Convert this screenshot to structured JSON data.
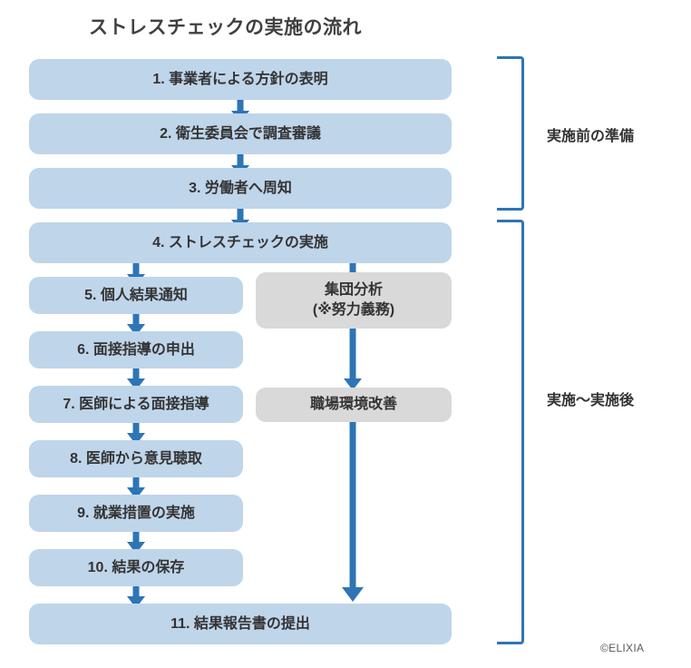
{
  "title": "ストレスチェックの実施の流れ",
  "credit": "©ELIXIA",
  "colors": {
    "box_blue": "#bfd5ea",
    "box_gray": "#d9d9d9",
    "arrow_blue": "#2e75b6",
    "text_dark": "#333333",
    "title_text": "#404040",
    "background": "#ffffff"
  },
  "steps": [
    {
      "id": 1,
      "label": "1. 事業者による方針の表明"
    },
    {
      "id": 2,
      "label": "2. 衛生委員会で調査審議"
    },
    {
      "id": 3,
      "label": "3. 労働者へ周知"
    },
    {
      "id": 4,
      "label": "4. ストレスチェックの実施"
    },
    {
      "id": 5,
      "label": "5. 個人結果通知"
    },
    {
      "id": 6,
      "label": "6. 面接指導の申出"
    },
    {
      "id": 7,
      "label": "7. 医師による面接指導"
    },
    {
      "id": 8,
      "label": "8. 医師から意見聴取"
    },
    {
      "id": 9,
      "label": "9. 就業措置の実施"
    },
    {
      "id": 10,
      "label": "10. 結果の保存"
    },
    {
      "id": 11,
      "label": "11. 結果報告書の提出"
    }
  ],
  "optional": [
    {
      "id": "group-analysis",
      "line1": "集団分析",
      "line2": "(※努力義務)"
    },
    {
      "id": "workplace-improvement",
      "line1": "職場環境改善",
      "line2": ""
    }
  ],
  "phases": [
    {
      "id": "before",
      "label": "実施前の準備"
    },
    {
      "id": "during-after",
      "label": "実施〜実施後"
    }
  ],
  "chart_data": {
    "type": "diagram",
    "title": "ストレスチェックの実施の流れ",
    "nodes": [
      {
        "key": "step1",
        "text": "1. 事業者による方針の表明",
        "style": "blue",
        "phase": "実施前の準備"
      },
      {
        "key": "step2",
        "text": "2. 衛生委員会で調査審議",
        "style": "blue",
        "phase": "実施前の準備"
      },
      {
        "key": "step3",
        "text": "3. 労働者へ周知",
        "style": "blue",
        "phase": "実施前の準備"
      },
      {
        "key": "step4",
        "text": "4. ストレスチェックの実施",
        "style": "blue",
        "phase": "実施〜実施後"
      },
      {
        "key": "step5",
        "text": "5. 個人結果通知",
        "style": "blue",
        "phase": "実施〜実施後"
      },
      {
        "key": "step6",
        "text": "6. 面接指導の申出",
        "style": "blue",
        "phase": "実施〜実施後"
      },
      {
        "key": "step7",
        "text": "7. 医師による面接指導",
        "style": "blue",
        "phase": "実施〜実施後"
      },
      {
        "key": "step8",
        "text": "8. 医師から意見聴取",
        "style": "blue",
        "phase": "実施〜実施後"
      },
      {
        "key": "step9",
        "text": "9. 就業措置の実施",
        "style": "blue",
        "phase": "実施〜実施後"
      },
      {
        "key": "step10",
        "text": "10. 結果の保存",
        "style": "blue",
        "phase": "実施〜実施後"
      },
      {
        "key": "step11",
        "text": "11. 結果報告書の提出",
        "style": "blue",
        "phase": "実施〜実施後"
      },
      {
        "key": "group",
        "text": "集団分析 (※努力義務)",
        "style": "gray",
        "phase": "実施〜実施後"
      },
      {
        "key": "env",
        "text": "職場環境改善",
        "style": "gray",
        "phase": "実施〜実施後"
      }
    ],
    "edges": [
      {
        "from": "step1",
        "to": "step2"
      },
      {
        "from": "step2",
        "to": "step3"
      },
      {
        "from": "step3",
        "to": "step4"
      },
      {
        "from": "step4",
        "to": "step5"
      },
      {
        "from": "step4",
        "to": "group"
      },
      {
        "from": "step5",
        "to": "step6"
      },
      {
        "from": "step6",
        "to": "step7"
      },
      {
        "from": "step7",
        "to": "step8"
      },
      {
        "from": "step8",
        "to": "step9"
      },
      {
        "from": "step9",
        "to": "step10"
      },
      {
        "from": "step10",
        "to": "step11"
      },
      {
        "from": "group",
        "to": "env"
      },
      {
        "from": "env",
        "to": "step11"
      }
    ],
    "groups": [
      {
        "label": "実施前の準備",
        "members": [
          "step1",
          "step2",
          "step3"
        ]
      },
      {
        "label": "実施〜実施後",
        "members": [
          "step4",
          "step5",
          "step6",
          "step7",
          "step8",
          "step9",
          "step10",
          "step11",
          "group",
          "env"
        ]
      }
    ]
  }
}
